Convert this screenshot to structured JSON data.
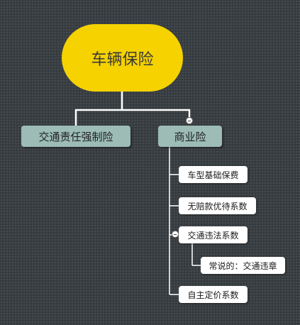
{
  "mindmap": {
    "root": {
      "label": "车辆保险",
      "color": "#f5d200"
    },
    "main_topics": [
      {
        "label": "交通责任强制险",
        "color": "#9cbcb5"
      },
      {
        "label": "商业险",
        "color": "#9cbcb5"
      }
    ],
    "commercial_items": [
      {
        "label": "车型基础保费"
      },
      {
        "label": "无赔款优待系数"
      },
      {
        "label": "交通违法系数"
      },
      {
        "label": "常说的：交通违章"
      },
      {
        "label": "自主定价系数"
      }
    ],
    "collapse_icon": "minus-circle-icon",
    "connector_color": "#ffffff",
    "background_color": "#363b3f"
  }
}
